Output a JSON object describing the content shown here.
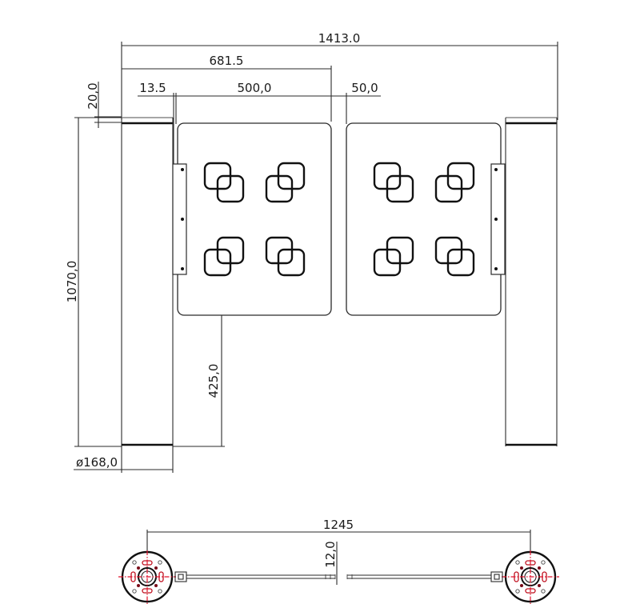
{
  "drawing": {
    "title": "Swing barrier turnstile dimensional drawing",
    "front_view": {
      "dimensions": {
        "overall_width": "1413.0",
        "pillar_to_gate_end": "681.5",
        "pillar_gap": "13.5",
        "gate_panel_width": "500,0",
        "center_gap": "50,0",
        "top_cap_height": "20,0",
        "total_height": "1070,0",
        "bottom_clearance": "425,0",
        "pillar_diameter": "ø168,0"
      },
      "panels": [
        {
          "side": "left",
          "pattern": "overlapping-squares",
          "motif_count": 4
        },
        {
          "side": "right",
          "pattern": "overlapping-squares",
          "motif_count": 4
        }
      ]
    },
    "plan_view": {
      "dimensions": {
        "center_distance": "1245",
        "panel_thickness": "12,0"
      }
    },
    "colors": {
      "line": "#2a2a2a",
      "centerline": "#e0102a",
      "background": "#ffffff"
    }
  }
}
